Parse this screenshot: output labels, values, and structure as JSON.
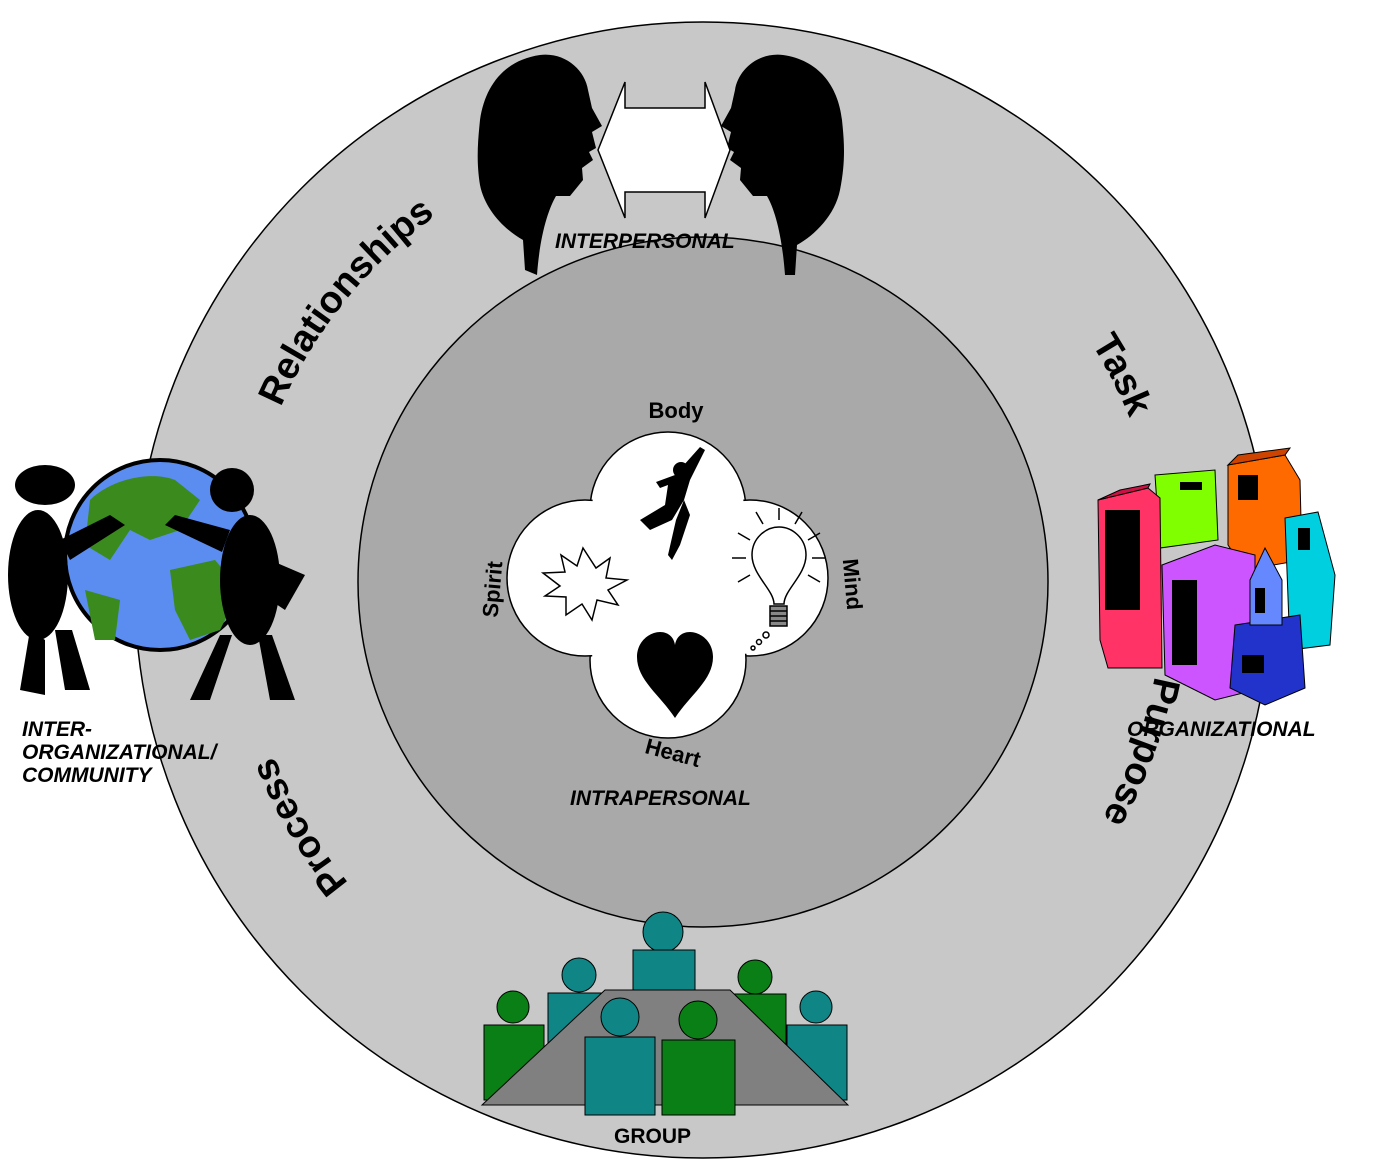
{
  "outer_ring": {
    "words": [
      "Relationships",
      "Task",
      "Purpose",
      "Process"
    ]
  },
  "inner_clover": {
    "words": [
      "Body",
      "Mind",
      "Heart",
      "Spirit"
    ]
  },
  "levels": {
    "interpersonal": "INTERPERSONAL",
    "intrapersonal": "INTRAPERSONAL",
    "organizational": "ORGANIZATIONAL",
    "group": "GROUP",
    "community_line1": "INTER-",
    "community_line2": "ORGANIZATIONAL/",
    "community_line3": "COMMUNITY"
  },
  "colors": {
    "outer_ring": "#c8c8c8",
    "inner_circle": "#a9a9a9",
    "clover": "#ffffff",
    "teal": "#0f8585",
    "green": "#0a7f15",
    "globe_water": "#5b8cf0",
    "globe_land": "#3a8a1e"
  },
  "icons": [
    "two-heads-facing-icon",
    "double-arrow-icon",
    "dancer-icon",
    "lightbulb-icon",
    "starburst-icon",
    "heart-icon",
    "city-buildings-icon",
    "meeting-table-icon",
    "globe-hug-icon"
  ]
}
